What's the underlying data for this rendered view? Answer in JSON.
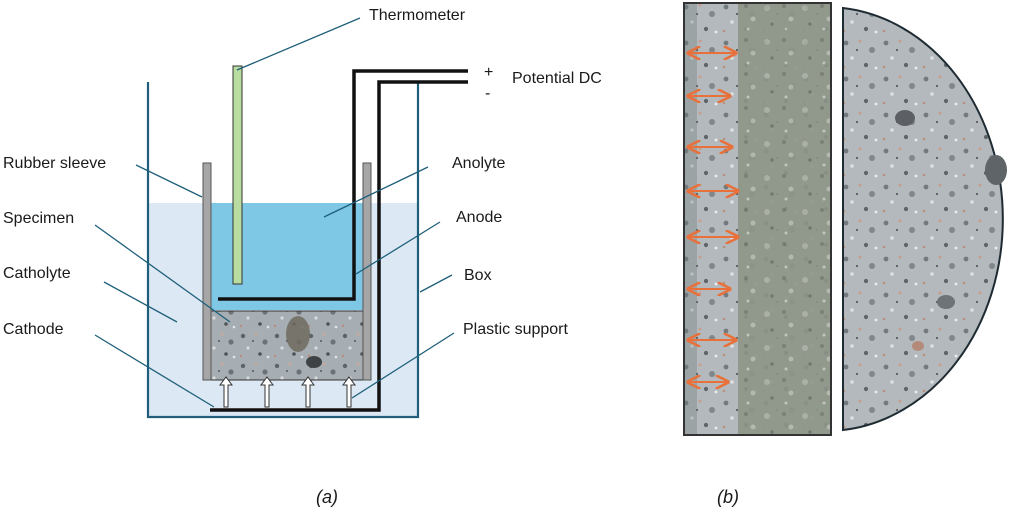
{
  "panel_a": {
    "caption": "(a)",
    "labels": {
      "thermometer": "Thermometer",
      "potential_dc": "Potential DC",
      "plus": "+",
      "minus": "-",
      "rubber_sleeve": "Rubber sleeve",
      "specimen": "Specimen",
      "catholyte": "Catholyte",
      "cathode": "Cathode",
      "anolyte": "Anolyte",
      "anode": "Anode",
      "box": "Box",
      "plastic_support": "Plastic support"
    }
  },
  "panel_b": {
    "caption": "(b)"
  },
  "colors": {
    "catholyte": "#dce9f5",
    "anolyte": "#7ec8e6",
    "box_wall": "#1f5f7a",
    "thermometer": "#b9dca0",
    "sleeve": "#a6a6a6",
    "concrete": "#9aa3a8",
    "arrow": "#e8703a"
  }
}
